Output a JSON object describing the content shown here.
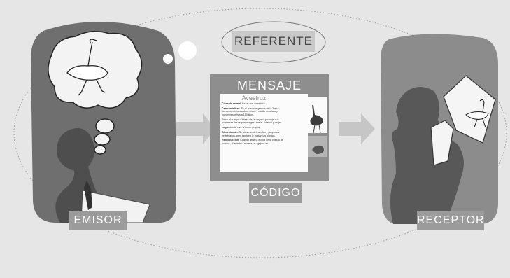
{
  "labels": {
    "referente": "REFERENTE",
    "mensaje": "MENSAJE",
    "codigo": "CÓDIGO",
    "emisor": "EMISOR",
    "receptor": "RECEPTOR"
  },
  "document": {
    "title": "Avestruz",
    "paragraphs": [
      {
        "heading": "Clase de animal.",
        "text": " Es un ave corredora."
      },
      {
        "heading": "Características.",
        "text": " Es el ave más grande de la Tierra; puede medir hasta dos metros y medio de altura y puede pesar hasta 150 kilos."
      },
      {
        "heading": "",
        "text": "Tiene el cuerpo cubierto de un espeso plumaje que puede ser desde pardo a gris, hasta... blanco y negro."
      },
      {
        "heading": "Lugar",
        "text": " donde vive. Vive en grupos."
      },
      {
        "heading": "Alimentación.",
        "text": " Se alimenta de insectos y pequeños vertebrados, pero también le gustan las plantas."
      },
      {
        "heading": "Reproducción:",
        "text": " Cuando llega la época de la puesta de huevos, el avestruz excava un agujero en ..."
      }
    ]
  },
  "colors": {
    "background": "#e6e6e6",
    "panel_dark": "#6f6f6f",
    "panel_mid": "#8c8c8c",
    "label_bg": "#9b9b9b",
    "arrow": "#c6c6c6",
    "silhouette": "#585858"
  }
}
